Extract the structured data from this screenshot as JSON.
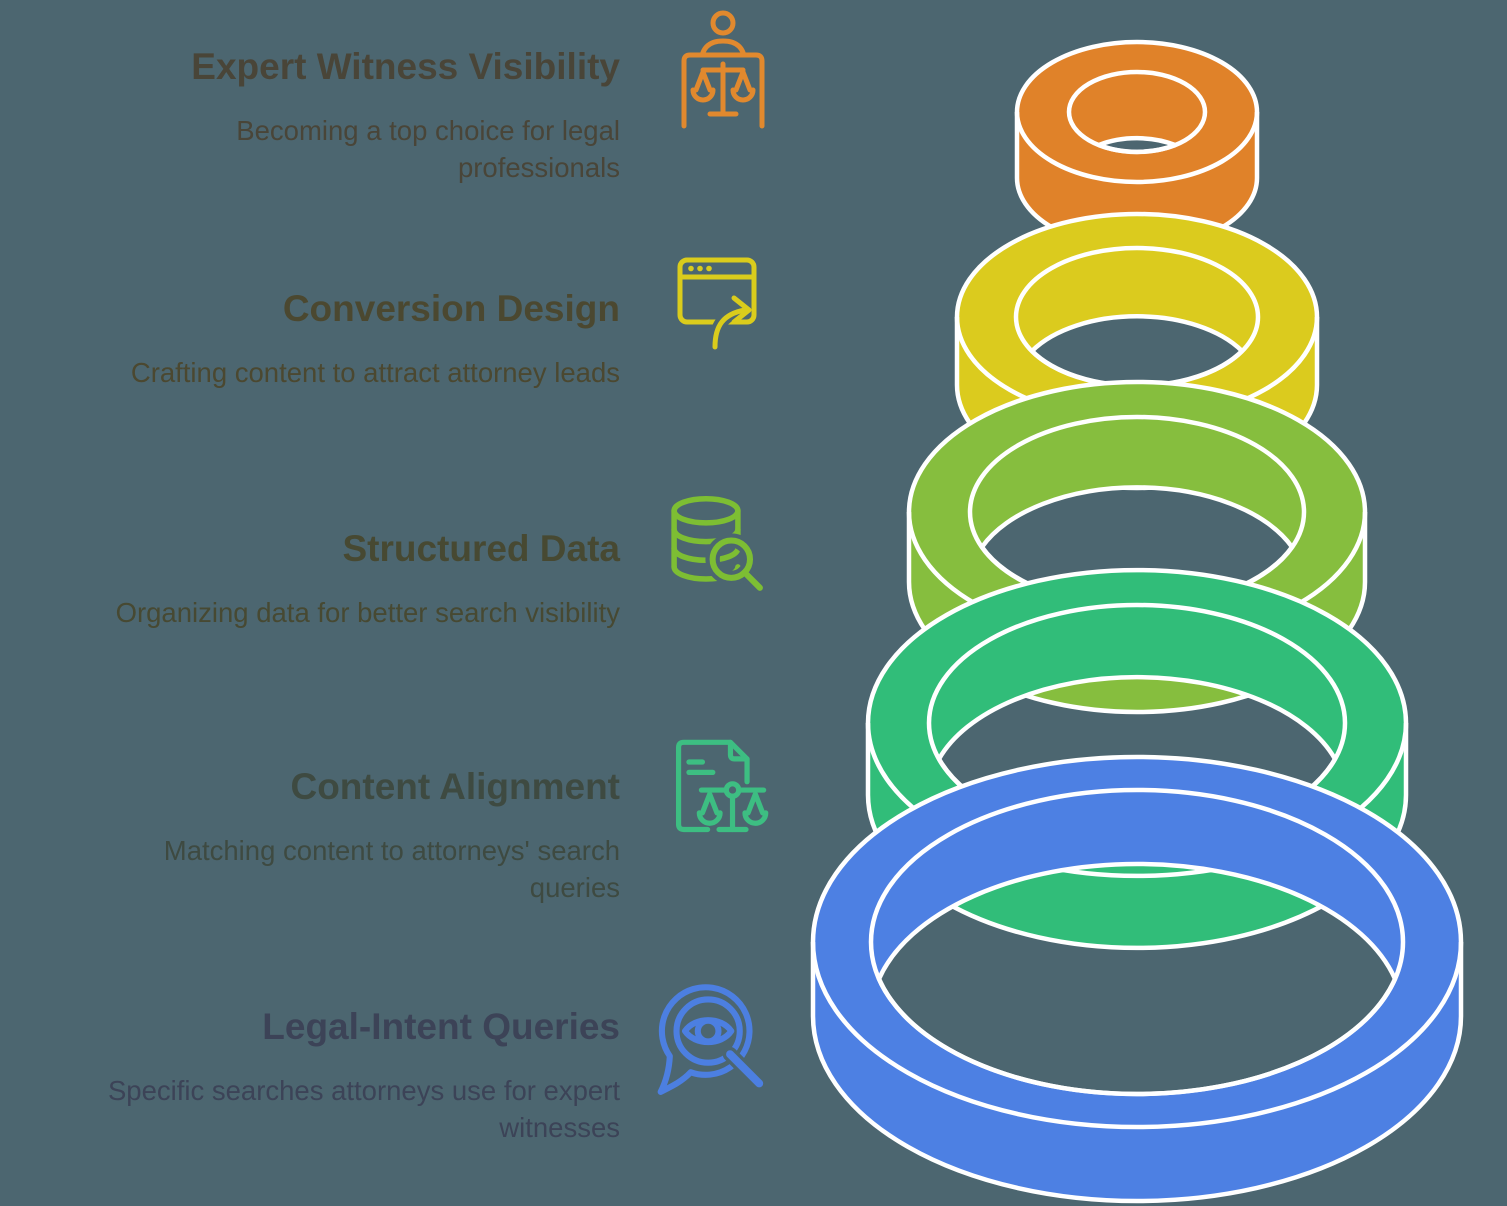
{
  "background_color": "#4C6670",
  "outline_color": "#FFFFFF",
  "funnel": {
    "rings": [
      {
        "level": 1,
        "label": "Expert Witness Visibility",
        "color": "#E08229"
      },
      {
        "level": 2,
        "label": "Conversion Design",
        "color": "#DBCB1E"
      },
      {
        "level": 3,
        "label": "Structured Data",
        "color": "#86BE3E"
      },
      {
        "level": 4,
        "label": "Content Alignment",
        "color": "#31BD79"
      },
      {
        "level": 5,
        "label": "Legal-Intent Queries",
        "color": "#4D80E3"
      }
    ]
  },
  "sections": [
    {
      "title": "Expert Witness Visibility",
      "subtitle_lines": [
        "Becoming a top choice for legal",
        "professionals"
      ],
      "accent_color": "#E1892E",
      "text_color": "#494538",
      "icon": "person-scales-icon"
    },
    {
      "title": "Conversion Design",
      "subtitle_lines": [
        "Crafting content to attract attorney leads"
      ],
      "accent_color": "#DACC1C",
      "text_color": "#4B4830",
      "icon": "browser-arrow-icon"
    },
    {
      "title": "Structured Data",
      "subtitle_lines": [
        "Organizing data for better search visibility"
      ],
      "accent_color": "#7DBE33",
      "text_color": "#474932",
      "icon": "database-search-icon"
    },
    {
      "title": "Content Alignment",
      "subtitle_lines": [
        "Matching content to attorneys' search",
        "queries"
      ],
      "accent_color": "#3DBE82",
      "text_color": "#3E4A41",
      "icon": "document-scales-icon"
    },
    {
      "title": "Legal-Intent Queries",
      "subtitle_lines": [
        "Specific searches attorneys use for expert",
        "witnesses"
      ],
      "accent_color": "#4C7FE1",
      "text_color": "#3C4357",
      "icon": "speech-bubble-eye-search-icon"
    }
  ]
}
